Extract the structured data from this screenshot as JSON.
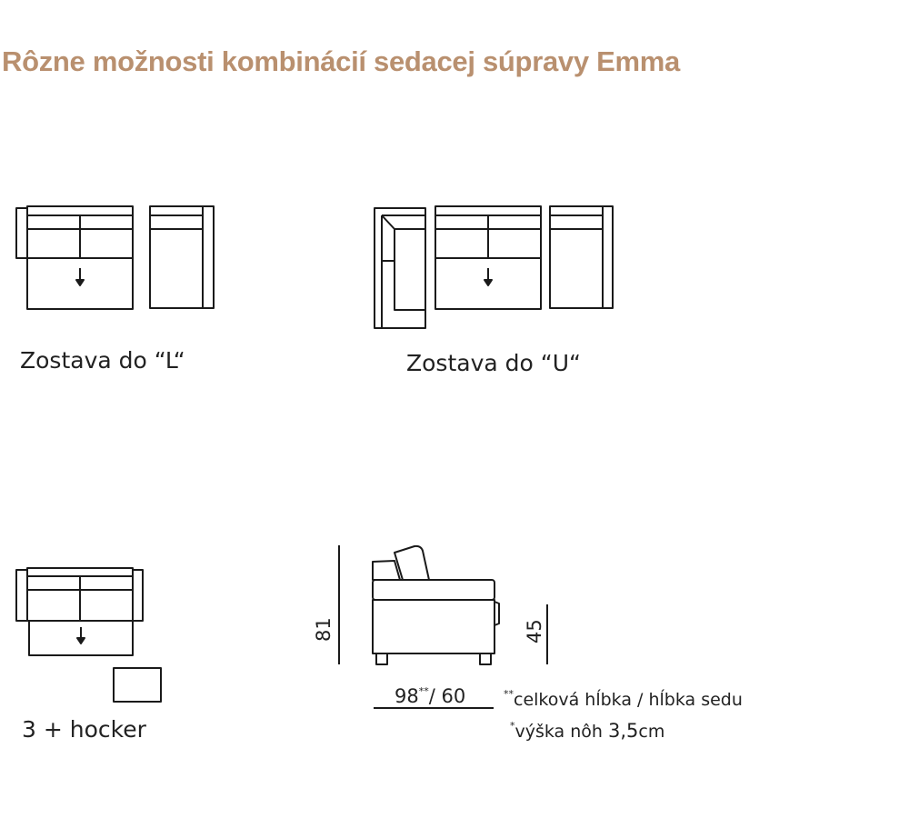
{
  "title": "Rôzne možnosti kombinácií sedacej súpravy Emma",
  "colors": {
    "title": "#b9906f",
    "line": "#1a1a1a"
  },
  "configurations": [
    {
      "caption": "Zostava do “L“"
    },
    {
      "caption": "Zostava do “U“"
    },
    {
      "caption": "3 + hocker"
    }
  ],
  "dimensions": {
    "total_height": "81",
    "seat_height": "45",
    "depth_main": "98",
    "depth_mark": "**",
    "depth_seat": "/ 60"
  },
  "notes": {
    "depth_mark": "**",
    "depth_note": "celková hĺbka / hĺbka sedu",
    "legs_mark": "*",
    "legs_prefix": "výška nôh ",
    "legs_value": "3,5",
    "legs_unit": "cm"
  },
  "icons": [
    "arrow-down-icon"
  ]
}
